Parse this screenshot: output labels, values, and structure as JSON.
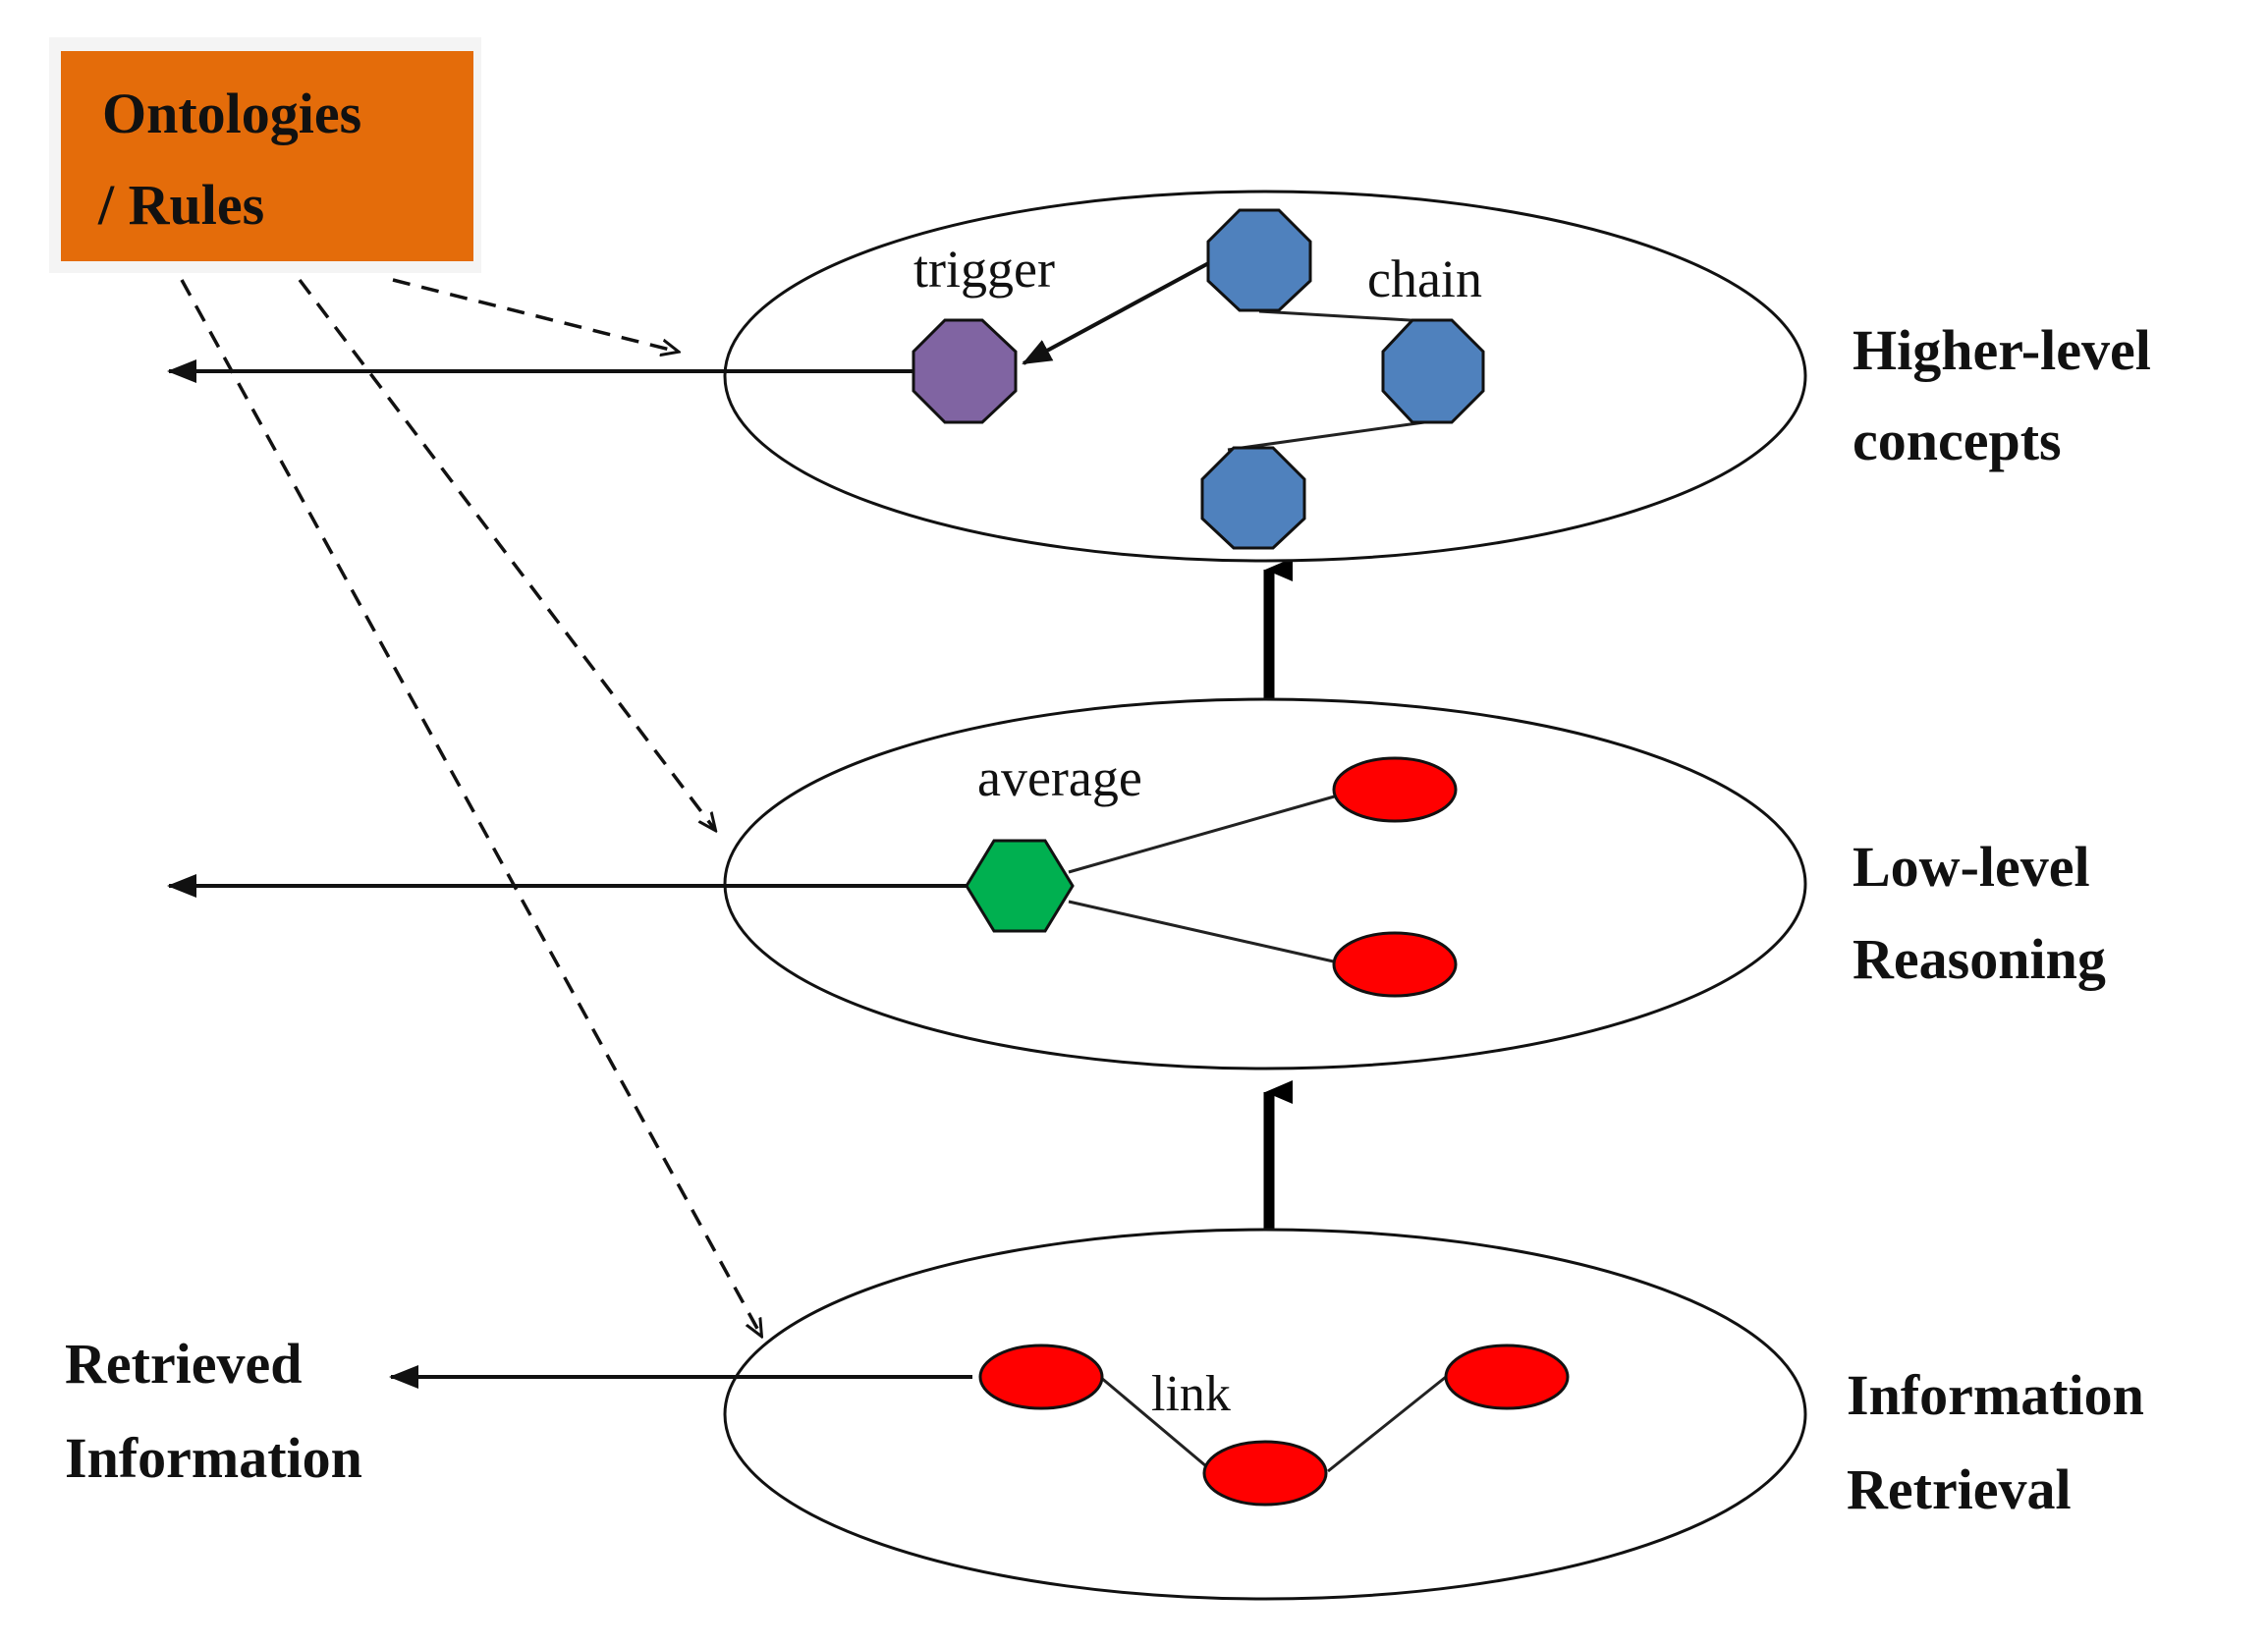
{
  "colors": {
    "ontology_box": "#E46C0A",
    "higher_node": "#4F81BD",
    "trigger_node": "#8064A2",
    "average_node": "#00B050",
    "data_node": "#FF0000",
    "line": "#111111"
  },
  "ontology": {
    "line1": "Ontologies",
    "line2": "/ Rules"
  },
  "layers": {
    "higher": {
      "label_line1": "Higher-level",
      "label_line2": "concepts",
      "edge_labels": {
        "trigger": "trigger",
        "chain": "chain"
      }
    },
    "low": {
      "label_line1": "Low-level",
      "label_line2": "Reasoning",
      "edge_labels": {
        "average": "average"
      }
    },
    "retrieval": {
      "label_line1": "Information",
      "label_line2": "Retrieval",
      "edge_labels": {
        "link": "link"
      }
    }
  },
  "output": {
    "line1": "Retrieved",
    "line2": "Information"
  }
}
